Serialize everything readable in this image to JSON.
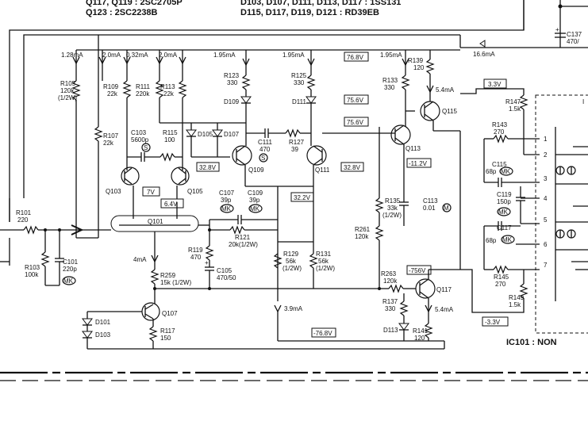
{
  "header": {
    "line1_left": "Q117, Q119 : 2SC2705P",
    "line2_left": "Q123 : 2SC2238B",
    "line1_right": "D103, D107, D111, D113, D117 : 1SS131",
    "line2_right": "D115, D117, D119, D121 : RD39EB"
  },
  "currents": {
    "i_128": "1.28mA",
    "i_20a": "2.0mA",
    "i_032": "0.32mA",
    "i_20b": "2.0mA",
    "i_195a": "1.95mA",
    "i_195b": "1.95mA",
    "i_195c": "1.95mA",
    "i_166": "16.6mA",
    "i_54a": "5.4mA",
    "i_54b": "5.4mA",
    "i_4": "4mA",
    "i_39": "3.9mA"
  },
  "voltages": {
    "v_768a": "76.8V",
    "v_756a": "75.6V",
    "v_756b": "75.6V",
    "v_33a": "3.3V",
    "v_328a": "32.8V",
    "v_328b": "32.8V",
    "v_112": "-11.2V",
    "v_7": "7V",
    "v_64": "6.4V",
    "v_322": "32.2V",
    "v_756c": "-756V",
    "v_768b": "-76.8V",
    "v_33b": "-3.3V"
  },
  "resistors": {
    "r105": [
      "R105",
      "120k",
      "(1/2W)"
    ],
    "r109": [
      "R109",
      "22k"
    ],
    "r111": [
      "R111",
      "220k"
    ],
    "r113": [
      "R113",
      "22k"
    ],
    "r123": [
      "R123",
      "330"
    ],
    "r125": [
      "R125",
      "330"
    ],
    "r133": [
      "R133",
      "330"
    ],
    "r139": [
      "R139",
      "120"
    ],
    "r107": [
      "R107",
      "22k"
    ],
    "r115": [
      "R115",
      "100"
    ],
    "r127": [
      "R127",
      "39"
    ],
    "r147": [
      "R147",
      "1.5k"
    ],
    "r143": [
      "R143",
      "270"
    ],
    "r101": [
      "R101",
      "220"
    ],
    "r103": [
      "R103",
      "100k"
    ],
    "r135": [
      "R135",
      "33k",
      "(1/2W)"
    ],
    "r261": [
      "R261",
      "120k"
    ],
    "r121": [
      "R121",
      "20k(1/2W)"
    ],
    "r119": [
      "R119",
      "470"
    ],
    "r129": [
      "R129",
      "56k",
      "(1/2W)"
    ],
    "r131": [
      "R131",
      "56k",
      "(1/2W)"
    ],
    "r259": [
      "R259",
      "15k (1/2W)"
    ],
    "r263": [
      "R263",
      "120k"
    ],
    "r137": [
      "R137",
      "330"
    ],
    "r117": [
      "R117",
      "150"
    ],
    "r141": [
      "R141",
      "120"
    ],
    "r145": [
      "R145",
      "270"
    ],
    "r149": [
      "R149",
      "1.5k"
    ]
  },
  "capacitors": {
    "c103": [
      "C103",
      "5600p"
    ],
    "c111": [
      "C111",
      "470"
    ],
    "c107": [
      "C107",
      "39p"
    ],
    "c109": [
      "C109",
      "39p"
    ],
    "c101": [
      "C101",
      "220p"
    ],
    "c105": [
      "C105",
      "470/50"
    ],
    "c113": [
      "C113",
      "0.01"
    ],
    "c115": [
      "C115",
      "68p"
    ],
    "c119": [
      "C119",
      "150p"
    ],
    "c117": [
      "C117",
      "68p"
    ],
    "c137": [
      "C137",
      "470/"
    ]
  },
  "marks": {
    "s": "S",
    "mk": "MK",
    "m": "M"
  },
  "transistors": {
    "q103": "Q103",
    "q105": "Q105",
    "q101": "Q101",
    "q109": "Q109",
    "q111": "Q111",
    "q113": "Q113",
    "q115": "Q115",
    "q117": "Q117",
    "q107": "Q107"
  },
  "diodes": {
    "d105": "D105",
    "d107": "D107",
    "d109": "D109",
    "d111": "D111",
    "d101": "D101",
    "d103": "D103",
    "d113": "D113"
  },
  "ic_pins": [
    "1",
    "2",
    "3",
    "4",
    "5",
    "6",
    "7"
  ],
  "ic_caption": "IC101 : NON",
  "ic_partial": "I"
}
